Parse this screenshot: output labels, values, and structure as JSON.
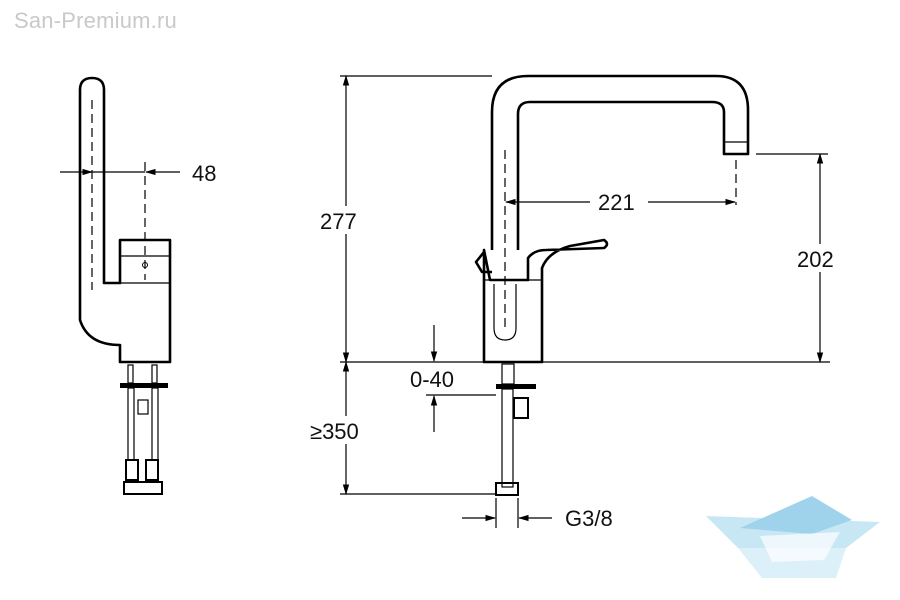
{
  "watermark": "San-Premium.ru",
  "dimensions": {
    "handle_offset": "48",
    "total_height": "277",
    "spout_reach": "221",
    "spout_height": "202",
    "deck_thickness": "0-40",
    "hose_length": "≥350",
    "thread": "G3/8"
  },
  "logo": {
    "colors": [
      "#bfe3f4",
      "#8fcbe8"
    ]
  }
}
